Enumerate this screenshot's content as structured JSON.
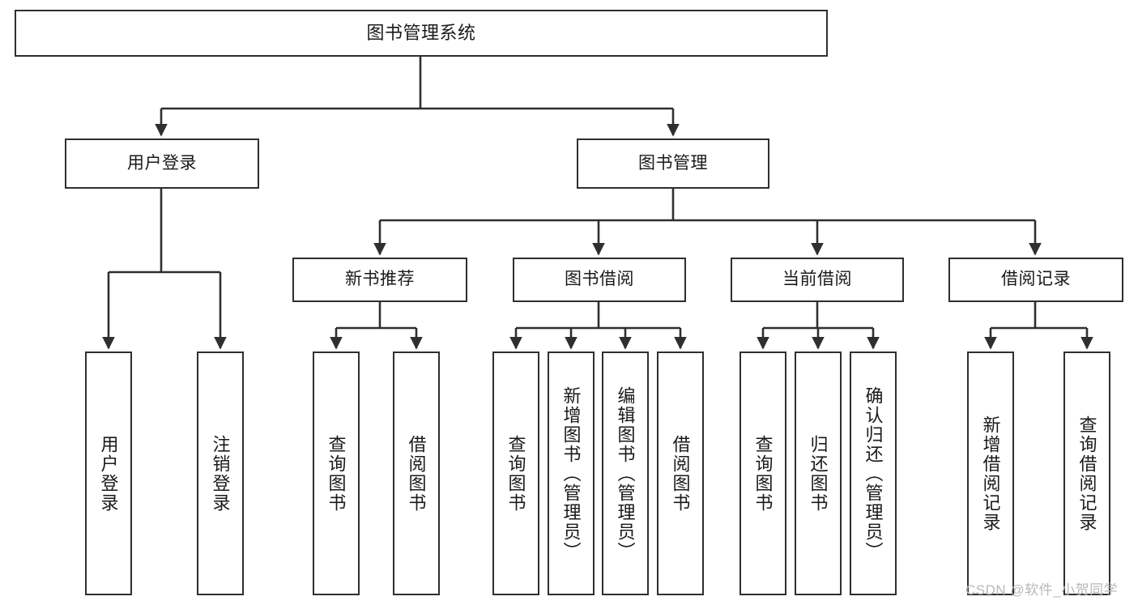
{
  "diagram": {
    "title": "图书管理系统",
    "type": "tree",
    "watermark": "CSDN @软件_小贺同学",
    "colors": {
      "border": "#2f2f2f",
      "fill": "#ffffff",
      "text": "#1a1a1a",
      "connector": "#2f2f2f",
      "watermark": "#b8b8b8"
    },
    "root": {
      "label": "图书管理系统"
    },
    "level1": [
      {
        "label": "用户登录"
      },
      {
        "label": "图书管理"
      }
    ],
    "level2": [
      {
        "label": "新书推荐"
      },
      {
        "label": "图书借阅"
      },
      {
        "label": "当前借阅"
      },
      {
        "label": "借阅记录"
      }
    ],
    "leaves": {
      "user_login": [
        {
          "label": "用户登录"
        },
        {
          "label": "注销登录"
        }
      ],
      "new_book": [
        {
          "label": "查询图书"
        },
        {
          "label": "借阅图书"
        }
      ],
      "book_borrow": [
        {
          "label": "查询图书"
        },
        {
          "label": "新增图书（管理员）"
        },
        {
          "label": "编辑图书（管理员）"
        },
        {
          "label": "借阅图书"
        }
      ],
      "current_borrow": [
        {
          "label": "查询图书"
        },
        {
          "label": "归还图书"
        },
        {
          "label": "确认归还（管理员）"
        }
      ],
      "borrow_record": [
        {
          "label": "新增借阅记录"
        },
        {
          "label": "查询借阅记录"
        }
      ]
    }
  }
}
